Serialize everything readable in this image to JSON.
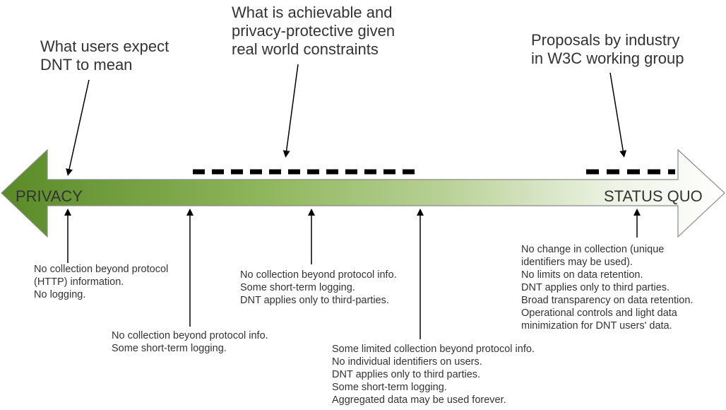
{
  "spectrum": {
    "left_label": "PRIVACY",
    "right_label": "STATUS QUO",
    "left_color": "#5a8a28",
    "right_color": "#ffffff"
  },
  "callouts": {
    "users": {
      "lines": [
        "What users expect",
        "DNT to mean"
      ]
    },
    "achievable": {
      "lines": [
        "What is achievable and",
        "privacy-protective given",
        "real world constraints"
      ]
    },
    "industry": {
      "lines": [
        "Proposals by industry",
        "in W3C working group"
      ]
    }
  },
  "notes": {
    "n1": [
      "No collection beyond protocol",
      "(HTTP) information.",
      "No logging."
    ],
    "n2": [
      "No collection beyond protocol info.",
      "Some short-term logging."
    ],
    "n3": [
      "No collection beyond protocol info.",
      "Some short-term logging.",
      "DNT applies only to third-parties."
    ],
    "n4": [
      "Some limited collection beyond protocol info.",
      "No individual identifiers on users.",
      "DNT applies only to third parties.",
      "Some short-term logging.",
      "Aggregated data may be used forever."
    ],
    "n5": [
      "No change in collection (unique",
      "identifiers may be used).",
      "No limits on data retention.",
      "DNT applies only to third parties.",
      "Broad transparency on data retention.",
      "Operational controls and light data",
      "minimization for DNT users' data."
    ]
  }
}
